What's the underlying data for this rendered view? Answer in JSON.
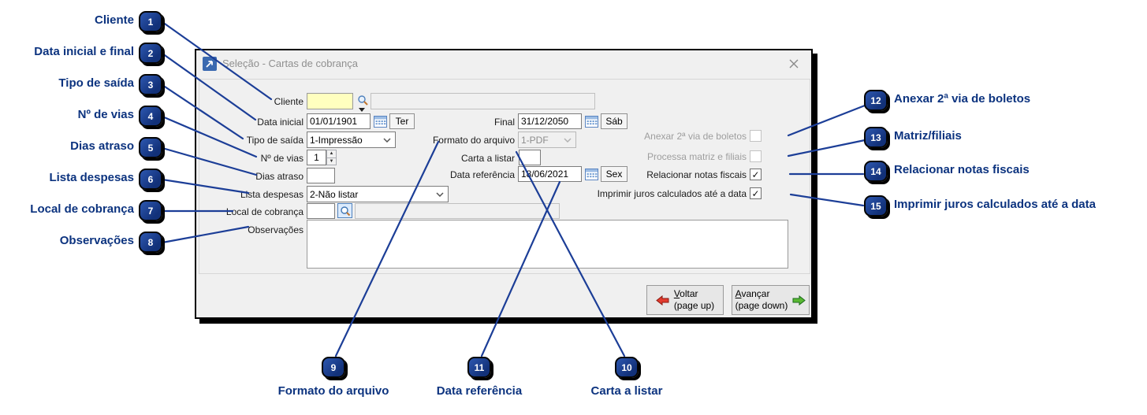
{
  "window": {
    "title": "Seleção - Cartas de cobrança",
    "close_glyph": "×"
  },
  "form": {
    "cliente_label": "Cliente",
    "cliente_code": "",
    "cliente_name": "",
    "data_inicial_label": "Data inicial",
    "data_inicial_value": "01/01/1901",
    "data_inicial_dow": "Ter",
    "final_label": "Final",
    "final_value": "31/12/2050",
    "final_dow": "Sáb",
    "tipo_saida_label": "Tipo de saída",
    "tipo_saida_value": "1-Impressão",
    "formato_label": "Formato do arquivo",
    "formato_value": "1-PDF",
    "vias_label": "Nº de vias",
    "vias_value": "1",
    "carta_label": "Carta a listar",
    "carta_value": "",
    "dias_label": "Dias atraso",
    "dias_value": "",
    "data_ref_label": "Data referência",
    "data_ref_value": "18/06/2021",
    "data_ref_dow": "Sex",
    "lista_label": "Lista despesas",
    "lista_value": "2-Não listar",
    "local_label": "Local de cobrança",
    "local_code": "",
    "local_name": "",
    "obs_label": "Observações",
    "obs_value": "",
    "checkboxes": [
      {
        "label": "Anexar 2ª via de boletos",
        "checked": false,
        "disabled": true
      },
      {
        "label": "Processa matriz e filiais",
        "checked": false,
        "disabled": true
      },
      {
        "label": "Relacionar notas fiscais",
        "checked": true,
        "disabled": false
      },
      {
        "label": "Imprimir juros calculados até a data",
        "checked": true,
        "disabled": false
      }
    ],
    "buttons": {
      "voltar": "Voltar",
      "voltar_sub": "(page up)",
      "avancar": "Avançar",
      "avancar_sub": "(page down)"
    }
  },
  "annotations": {
    "left": [
      {
        "num": "1",
        "label": "Cliente"
      },
      {
        "num": "2",
        "label": "Data inicial e final"
      },
      {
        "num": "3",
        "label": "Tipo de saída"
      },
      {
        "num": "4",
        "label": "Nº de vias"
      },
      {
        "num": "5",
        "label": "Dias atraso"
      },
      {
        "num": "6",
        "label": "Lista despesas"
      },
      {
        "num": "7",
        "label": "Local de cobrança"
      },
      {
        "num": "8",
        "label": "Observações"
      }
    ],
    "bottom": [
      {
        "num": "9",
        "label": "Formato do arquivo"
      },
      {
        "num": "11",
        "label": "Data referência"
      },
      {
        "num": "10",
        "label": "Carta a listar"
      }
    ],
    "right": [
      {
        "num": "12",
        "label": "Anexar 2ª via de boletos"
      },
      {
        "num": "13",
        "label": "Matriz/filiais"
      },
      {
        "num": "14",
        "label": "Relacionar notas fiscais"
      },
      {
        "num": "15",
        "label": "Imprimir juros calculados até a data"
      }
    ]
  },
  "icons": {
    "search": "magnifier",
    "calendar": "calendar-grid",
    "spinner": "up-down-arrows",
    "back": "red-left-arrow",
    "forward": "green-right-arrow",
    "close": "x",
    "app": "blue-arrow-logo"
  },
  "colors": {
    "accent_navy": "#0c337f",
    "line_blue": "#1c3e97",
    "field_yellow": "#ffffbf"
  }
}
